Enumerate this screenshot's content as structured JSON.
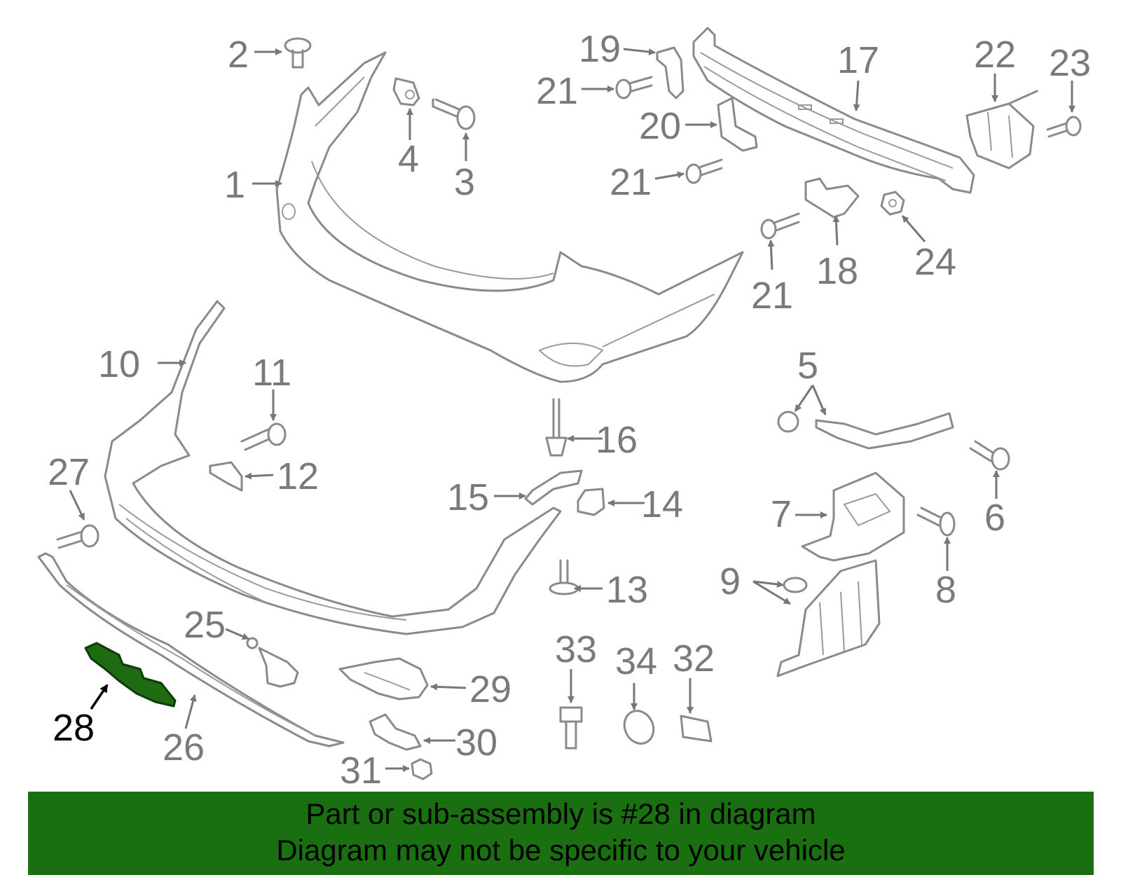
{
  "highlighted_part": "28",
  "callouts": {
    "c1": "1",
    "c2": "2",
    "c3": "3",
    "c4": "4",
    "c5": "5",
    "c6": "6",
    "c7": "7",
    "c8": "8",
    "c9": "9",
    "c10": "10",
    "c11": "11",
    "c12": "12",
    "c13": "13",
    "c14": "14",
    "c15": "15",
    "c16": "16",
    "c17": "17",
    "c18": "18",
    "c19": "19",
    "c20": "20",
    "c21a": "21",
    "c21b": "21",
    "c21c": "21",
    "c22": "22",
    "c23": "23",
    "c24": "24",
    "c25": "25",
    "c26": "26",
    "c27": "27",
    "c28": "28",
    "c29": "29",
    "c30": "30",
    "c31": "31",
    "c32": "32",
    "c33": "33",
    "c34": "34"
  },
  "banner": {
    "line1": "Part or sub-assembly is #28 in diagram",
    "line2": "Diagram may not be specific to your vehicle"
  },
  "colors": {
    "banner_bg": "#1a6f10",
    "highlight": "#1e6b12",
    "part_stroke": "#8a8a8a"
  }
}
